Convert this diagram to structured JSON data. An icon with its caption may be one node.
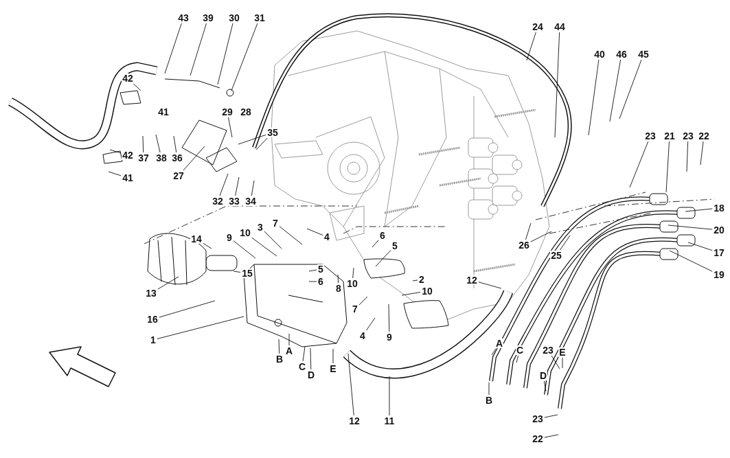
{
  "diagram": {
    "nodes": [
      {
        "text": [
          "43"
        ]
      },
      {
        "text": [
          "39"
        ]
      },
      {
        "text": [
          "30"
        ]
      },
      {
        "text": [
          "31"
        ]
      },
      {
        "text": [
          "42"
        ]
      },
      {
        "text": [
          "42"
        ]
      },
      {
        "text": [
          "41"
        ]
      },
      {
        "text": [
          "37"
        ]
      },
      {
        "text": [
          "38"
        ]
      },
      {
        "text": [
          "36"
        ]
      },
      {
        "text": [
          "27"
        ]
      },
      {
        "text": [
          "29"
        ]
      },
      {
        "text": [
          "35"
        ]
      },
      {
        "text": [
          "32"
        ]
      },
      {
        "text": [
          "33"
        ]
      },
      {
        "text": [
          "34"
        ]
      },
      {
        "text": [
          "24"
        ]
      },
      {
        "text": [
          "44"
        ]
      },
      {
        "text": [
          "40"
        ]
      },
      {
        "text": [
          "46"
        ]
      },
      {
        "text": [
          "45"
        ]
      },
      {
        "text": [
          "23"
        ]
      },
      {
        "text": [
          "21"
        ]
      },
      {
        "text": [
          "23"
        ]
      },
      {
        "text": [
          "22"
        ]
      },
      {
        "text": [
          "18"
        ]
      },
      {
        "text": [
          "20"
        ]
      },
      {
        "text": [
          "17"
        ]
      },
      {
        "text": [
          "19"
        ]
      },
      {
        "text": [
          "26"
        ]
      },
      {
        "text": [
          "25"
        ]
      },
      {
        "text": [
          "7"
        ]
      },
      {
        "text": [
          "3"
        ]
      },
      {
        "text": [
          "10"
        ]
      },
      {
        "text": [
          "9"
        ]
      },
      {
        "text": [
          "14"
        ]
      },
      {
        "text": [
          "4"
        ]
      },
      {
        "text": [
          "6"
        ]
      },
      {
        "text": [
          "5"
        ]
      },
      {
        "text": [
          "15"
        ]
      },
      {
        "text": [
          "5"
        ]
      },
      {
        "text": [
          "6"
        ]
      },
      {
        "text": [
          "13"
        ]
      },
      {
        "text": [
          "8"
        ]
      },
      {
        "text": [
          "10"
        ]
      },
      {
        "text": [
          "2"
        ]
      },
      {
        "text": [
          "16"
        ]
      },
      {
        "text": [
          "10"
        ]
      },
      {
        "text": [
          "7"
        ]
      },
      {
        "text": [
          "12"
        ]
      },
      {
        "text": [
          "1"
        ]
      },
      {
        "text": [
          "4"
        ]
      },
      {
        "text": [
          "9"
        ]
      },
      {
        "text": [
          "A"
        ]
      },
      {
        "text": [
          "B"
        ]
      },
      {
        "text": [
          "C"
        ]
      },
      {
        "text": [
          "E"
        ]
      },
      {
        "text": [
          "D"
        ]
      },
      {
        "text": [
          "12"
        ]
      },
      {
        "text": [
          "11"
        ]
      },
      {
        "text": [
          "A"
        ]
      },
      {
        "text": [
          "C"
        ]
      },
      {
        "text": [
          "23"
        ]
      },
      {
        "text": [
          "E"
        ]
      },
      {
        "text": [
          "D"
        ]
      },
      {
        "text": [
          "B"
        ]
      },
      {
        "text": [
          "23"
        ]
      },
      {
        "text": [
          "22"
        ]
      }
    ],
    "edges": [
      {
        "from": 0,
        "to": null,
        "arrow": "none"
      },
      {
        "from": 1,
        "to": null,
        "arrow": "none"
      },
      {
        "from": 2,
        "to": null,
        "arrow": "none"
      },
      {
        "from": 3,
        "to": null,
        "arrow": "none"
      },
      {
        "from": 4,
        "to": null,
        "arrow": "none"
      },
      {
        "from": 5,
        "to": null,
        "arrow": "none"
      },
      {
        "from": 6,
        "to": null,
        "arrow": "none"
      },
      {
        "from": 7,
        "to": null,
        "arrow": "none"
      },
      {
        "from": 8,
        "to": null,
        "arrow": "none"
      },
      {
        "from": 9,
        "to": null,
        "arrow": "none"
      },
      {
        "from": 10,
        "to": null,
        "arrow": "none"
      },
      {
        "from": 11,
        "to": null,
        "arrow": "none"
      },
      {
        "from": 12,
        "to": null,
        "arrow": "none"
      },
      {
        "from": 12,
        "to": null,
        "arrow": "none"
      },
      {
        "from": 13,
        "to": null,
        "arrow": "none"
      },
      {
        "from": 14,
        "to": null,
        "arrow": "none"
      },
      {
        "from": 15,
        "to": null,
        "arrow": "none"
      },
      {
        "from": 16,
        "to": null,
        "arrow": "none"
      },
      {
        "from": 17,
        "to": null,
        "arrow": "none"
      },
      {
        "from": 18,
        "to": null,
        "arrow": "none"
      },
      {
        "from": 19,
        "to": null,
        "arrow": "none"
      },
      {
        "from": 20,
        "to": null,
        "arrow": "none"
      },
      {
        "from": 21,
        "to": null,
        "arrow": "none"
      },
      {
        "from": 22,
        "to": null,
        "arrow": "none"
      },
      {
        "from": 23,
        "to": null,
        "arrow": "none"
      },
      {
        "from": 24,
        "to": null,
        "arrow": "none"
      },
      {
        "from": 25,
        "to": null,
        "arrow": "none"
      },
      {
        "from": 26,
        "to": null,
        "arrow": "none"
      },
      {
        "from": 27,
        "to": null,
        "arrow": "none"
      },
      {
        "from": 28,
        "to": null,
        "arrow": "none"
      },
      {
        "from": 29,
        "to": null,
        "arrow": "none"
      },
      {
        "from": 29,
        "to": null,
        "arrow": "none"
      },
      {
        "from": 30,
        "to": null,
        "arrow": "none"
      },
      {
        "from": 31,
        "to": null,
        "arrow": "none"
      },
      {
        "from": 32,
        "to": null,
        "arrow": "none"
      },
      {
        "from": 33,
        "to": null,
        "arrow": "none"
      },
      {
        "from": 34,
        "to": null,
        "arrow": "none"
      },
      {
        "from": 35,
        "to": null,
        "arrow": "none"
      },
      {
        "from": 36,
        "to": null,
        "arrow": "none"
      },
      {
        "from": 37,
        "to": null,
        "arrow": "none"
      },
      {
        "from": 38,
        "to": null,
        "arrow": "none"
      },
      {
        "from": 39,
        "to": null,
        "arrow": "none"
      },
      {
        "from": 40,
        "to": null,
        "arrow": "none"
      },
      {
        "from": 41,
        "to": null,
        "arrow": "none"
      },
      {
        "from": 42,
        "to": null,
        "arrow": "none"
      },
      {
        "from": 43,
        "to": null,
        "arrow": "none"
      },
      {
        "from": 44,
        "to": null,
        "arrow": "none"
      },
      {
        "from": 45,
        "to": null,
        "arrow": "none"
      },
      {
        "from": 46,
        "to": null,
        "arrow": "none"
      },
      {
        "from": 47,
        "to": null,
        "arrow": "none"
      },
      {
        "from": 48,
        "to": null,
        "arrow": "none"
      },
      {
        "from": 49,
        "to": null,
        "arrow": "none"
      },
      {
        "from": 50,
        "to": null,
        "arrow": "none"
      },
      {
        "from": 51,
        "to": null,
        "arrow": "none"
      },
      {
        "from": 52,
        "to": null,
        "arrow": "none"
      },
      {
        "from": 53,
        "to": null,
        "arrow": "none"
      },
      {
        "from": 54,
        "to": null,
        "arrow": "none"
      },
      {
        "from": 55,
        "to": null,
        "arrow": "none"
      },
      {
        "from": 56,
        "to": null,
        "arrow": "none"
      },
      {
        "from": 57,
        "to": null,
        "arrow": "none"
      },
      {
        "from": 58,
        "to": null,
        "arrow": "none"
      },
      {
        "from": 59,
        "to": null,
        "arrow": "none"
      },
      {
        "from": 60,
        "to": null,
        "arrow": "none"
      },
      {
        "from": 61,
        "to": null,
        "arrow": "none"
      },
      {
        "from": 62,
        "to": null,
        "arrow": "none"
      },
      {
        "from": 63,
        "to": null,
        "arrow": "none"
      },
      {
        "from": 64,
        "to": null,
        "arrow": "none"
      },
      {
        "from": 65,
        "to": null,
        "arrow": "none"
      },
      {
        "from": 66,
        "to": null,
        "arrow": "none"
      },
      {
        "from": 67,
        "to": null,
        "arrow": "none"
      }
    ],
    "labels": [
      "41",
      "28"
    ]
  }
}
